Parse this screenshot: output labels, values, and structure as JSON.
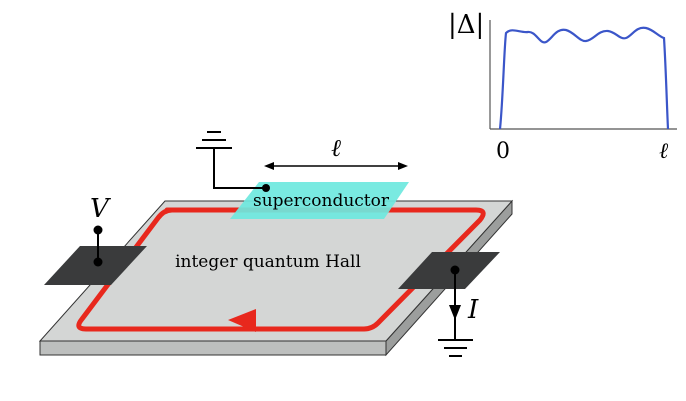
{
  "labels": {
    "voltage": "V",
    "current": "I",
    "length": "ℓ",
    "superconductor": "superconductor",
    "sample": "integer quantum Hall"
  },
  "inset": {
    "ylabel": "|Δ|",
    "x_ticks": [
      "0",
      "ℓ"
    ]
  },
  "colors": {
    "edge_channel": "#e8281d",
    "superconductor": "#6ee8de",
    "sample_top": "#d4d6d5",
    "contacts": "#3a3b3c",
    "gap_curve": "#3b56c9"
  }
}
